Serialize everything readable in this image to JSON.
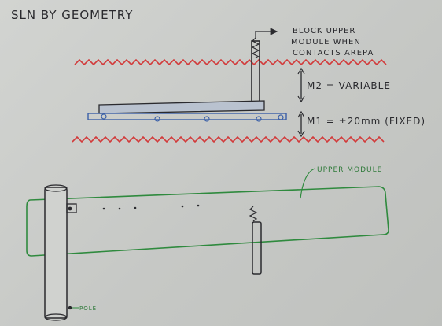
{
  "title": "SLN BY GEOMETRY",
  "annotations": {
    "block_note_line1": "BLOCK UPPER",
    "block_note_line2": "MODULE WHEN",
    "block_note_line3": "CONTACTS AREPA",
    "m2_label": "M2 = VARIABLE",
    "m1_label": "M1 = ±20mm (FIXED)",
    "upper_module_label": "UPPER MODULE",
    "pole_label": "POLE"
  },
  "colors": {
    "ink": "#2a2a2e",
    "wavy_red": "#d23a3a",
    "rail_blue": "#3a5fa8",
    "module_green": "#2f8a3e",
    "plank_fill": "#b9c2cf"
  },
  "icons": {
    "arrow": "arrow-icon",
    "spring": "spring-icon"
  }
}
